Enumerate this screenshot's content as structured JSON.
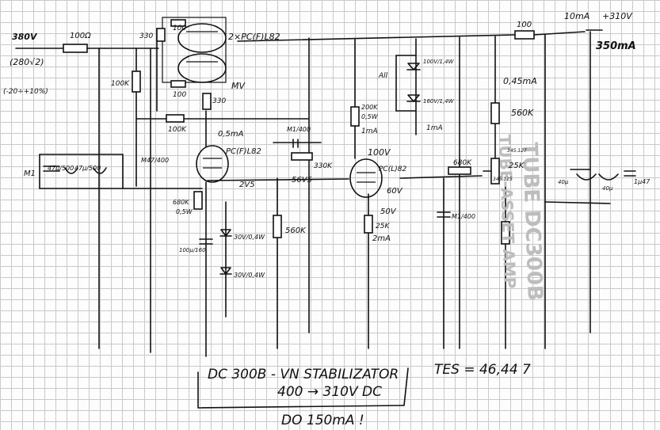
{
  "labels": {
    "input_voltage": "380V",
    "input_alt": "(280√2)",
    "tolerance": "(-20÷+10%)",
    "r_in": "100Ω",
    "r_100k_a": "100K",
    "c_in": "M1",
    "c_in_b": "47μ/500",
    "c_in_c": "47μ/500",
    "c_m47": "M47/400",
    "tube_pass": "2×PC(F)L82",
    "r330_a": "330",
    "r100_a": "100",
    "r100_b": "100",
    "r330_b": "330",
    "mv": "MV",
    "r_100k_b": "100K",
    "i_05ma": "0,5mA",
    "tube_err": "PC(F)L82",
    "v_2v5": "2V5",
    "r_680k_a": "680K",
    "r_680k_w": "0,5W",
    "z30_a": "30V/0,4W",
    "z30_b": "30V/0,4W",
    "c_100u": "100μ/160",
    "c_m1": "M1/400",
    "r_330k": "330K",
    "v_56v5": "56V5",
    "r_560k": "560K",
    "v_100v": "100V",
    "tube_ref": "PC(L)82",
    "v_60v": "60V",
    "v_50v": "50V",
    "r_25k_a": "25K",
    "i_2ma": "2mA",
    "r_200k": "200K",
    "r_200k_w": "0,5W",
    "i_1ma_a": "1mA",
    "i_1ma_b": "1mA",
    "all": "All",
    "z100": "100V/1,4W",
    "z160": "160V/1,4W",
    "r_680k_b": "680K",
    "c_m1_b": "M1/400",
    "r_100_out": "100",
    "i_045ma": "0,45mA",
    "r_560k_b": "560K",
    "pot_25k": "25K",
    "pot_v1": "345.127",
    "pot_v2": "345.125",
    "i_10ma": "10mA",
    "v_out": "+310V",
    "i_out": "350mA",
    "c_out_a": "40μ",
    "c_out_b": "40μ",
    "c_out_c": "1μ47",
    "ghost_a": "TUBE DC300B",
    "ghost_b": "TUBE-ASSET AMP",
    "title_1": "DC 300B - VN STABILIZATOR",
    "title_2": "400 → 310V DC",
    "tes": "TES = 46,44 7",
    "note": "DO 150mA !"
  }
}
